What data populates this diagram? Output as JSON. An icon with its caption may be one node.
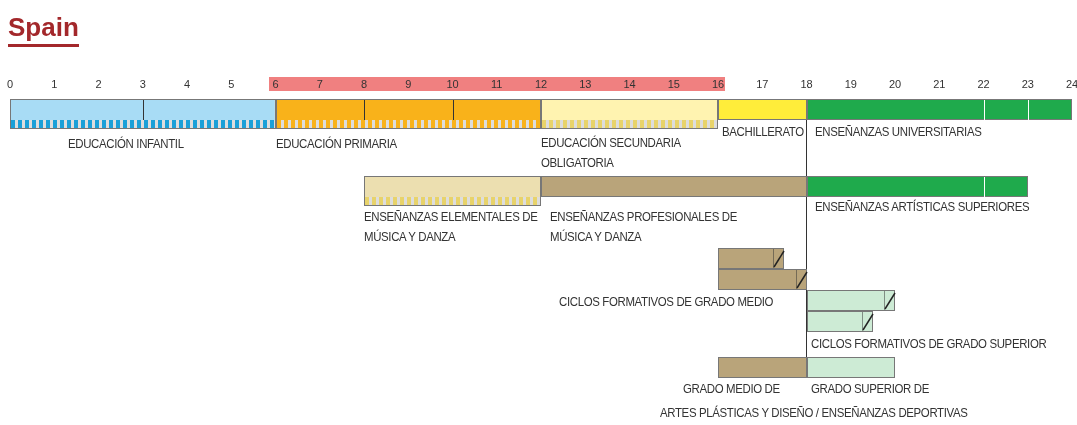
{
  "diagram": {
    "title": "Spain",
    "nodes": [
      {
        "text": [
          "EDUCACIÓN INFANTIL"
        ]
      },
      {
        "text": [
          "EDUCACIÓN PRIMARIA"
        ]
      },
      {
        "text": [
          "EDUCACIÓN SECUNDARIA OBLIGATORIA"
        ]
      },
      {
        "text": [
          "BACHILLERATO"
        ]
      },
      {
        "text": [
          "ENSEÑANZAS UNIVERSITARIAS"
        ]
      },
      {
        "text": [
          "ENSEÑANZAS ELEMENTALES DE MÚSICA Y DANZA"
        ]
      },
      {
        "text": [
          "ENSEÑANZAS PROFESIONALES DE MÚSICA Y DANZA"
        ]
      },
      {
        "text": [
          "ENSEÑANZAS ARTÍSTICAS SUPERIORES"
        ]
      },
      {
        "text": [],
        "shape": "bar"
      },
      {
        "text": [
          "CICLOS FORMATIVOS DE GRADO MEDIO"
        ]
      },
      {
        "text": [],
        "shape": "bar"
      },
      {
        "text": [
          "CICLOS FORMATIVOS DE GRADO SUPERIOR"
        ]
      },
      {
        "text": [
          "GRADO MEDIO DE"
        ]
      },
      {
        "text": [
          "GRADO SUPERIOR DE"
        ]
      }
    ],
    "edges": [],
    "labels": [
      "0",
      "1",
      "2",
      "3",
      "4",
      "5",
      "6",
      "7",
      "8",
      "9",
      "10",
      "11",
      "12",
      "13",
      "14",
      "15",
      "16",
      "17",
      "18",
      "19",
      "20",
      "21",
      "22",
      "23",
      "24",
      "ARTES PLÁSTICAS Y DISEÑO / ENSEÑANZAS DEPORTIVAS"
    ]
  }
}
